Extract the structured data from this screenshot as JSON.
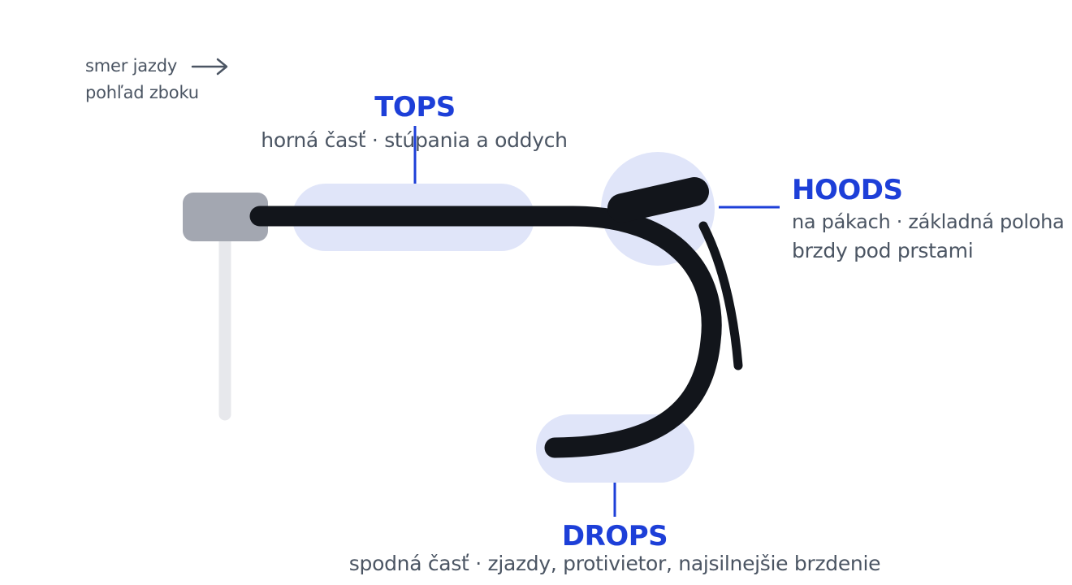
{
  "orientation": {
    "direction_label": "smer jazdy",
    "direction_icon": "arrow-right-icon",
    "view_label": "pohľad zboku"
  },
  "zones": {
    "tops": {
      "title": "TOPS",
      "description": "horná časť · stúpania a oddych"
    },
    "hoods": {
      "title": "HOODS",
      "description_line1": "na pákach · základná poloha",
      "description_line2": "brzdy pod prstami"
    },
    "drops": {
      "title": "DROPS",
      "description": "spodná časť · zjazdy, protivietor, najsilnejšie brzdenie"
    }
  },
  "colors": {
    "accent": "#1d3fd8",
    "highlight": "#e0e5f9",
    "bar": "#12151b",
    "stem": "#a3a7b1",
    "steerer": "#e7e8ec",
    "text": "#4b5563"
  }
}
